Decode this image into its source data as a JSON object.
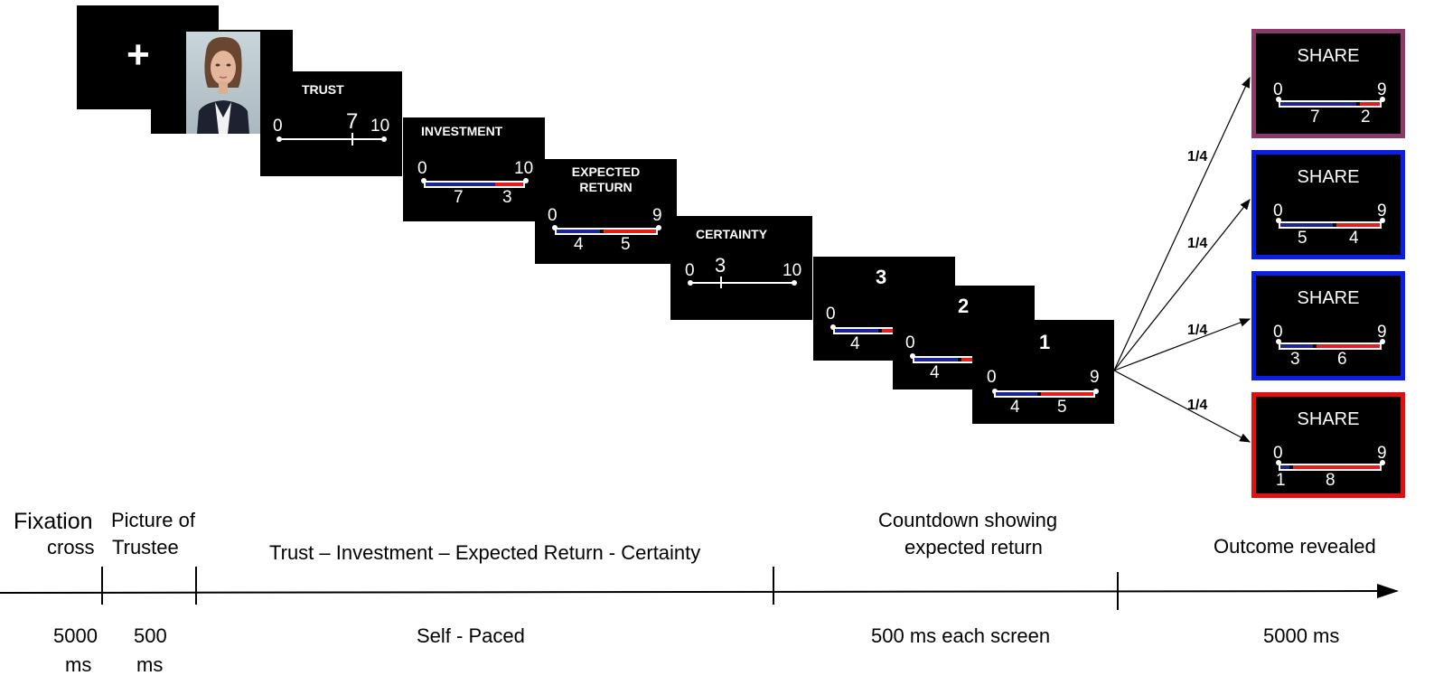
{
  "fixation": {
    "symbol": "+"
  },
  "trust": {
    "title": "TRUST",
    "min": "0",
    "max": "10",
    "value": "7"
  },
  "investment": {
    "title": "INVESTMENT",
    "min": "0",
    "max": "10",
    "left": "7",
    "right": "3"
  },
  "expected": {
    "title_line1": "EXPECTED",
    "title_line2": "RETURN",
    "min": "0",
    "max": "9",
    "left": "4",
    "right": "5"
  },
  "certainty": {
    "title": "CERTAINTY",
    "min": "0",
    "max": "10",
    "value": "3"
  },
  "countdown": [
    {
      "num": "3",
      "min": "0",
      "left": "4"
    },
    {
      "num": "2",
      "min": "0",
      "left": "4"
    },
    {
      "num": "1",
      "min": "0",
      "max": "9",
      "left": "4",
      "right": "5"
    }
  ],
  "outcomes": [
    {
      "title": "SHARE",
      "min": "0",
      "max": "9",
      "left": "7",
      "right": "2",
      "prob": "1/4",
      "border": "#8b3a6b"
    },
    {
      "title": "SHARE",
      "min": "0",
      "max": "9",
      "left": "5",
      "right": "4",
      "prob": "1/4",
      "border": "#0a1ee6"
    },
    {
      "title": "SHARE",
      "min": "0",
      "max": "9",
      "left": "3",
      "right": "6",
      "prob": "1/4",
      "border": "#0a1ee6"
    },
    {
      "title": "SHARE",
      "min": "0",
      "max": "9",
      "left": "1",
      "right": "8",
      "prob": "1/4",
      "border": "#e01010"
    }
  ],
  "phases": {
    "fixation": "Fixation",
    "fixation2": "cross",
    "picture": "Picture of",
    "picture2": "Trustee",
    "sequence": "Trust – Investment – Expected Return - Certainty",
    "countdown1": "Countdown showing",
    "countdown2": "expected return",
    "outcome": "Outcome revealed"
  },
  "durations": {
    "fix1": "5000",
    "fix2": "ms",
    "pic1": "500",
    "pic2": "ms",
    "self": "Self - Paced",
    "each": "500 ms each screen",
    "out": "5000 ms"
  },
  "colors": {
    "blue": "#1c2496",
    "red": "#e51c1c"
  }
}
